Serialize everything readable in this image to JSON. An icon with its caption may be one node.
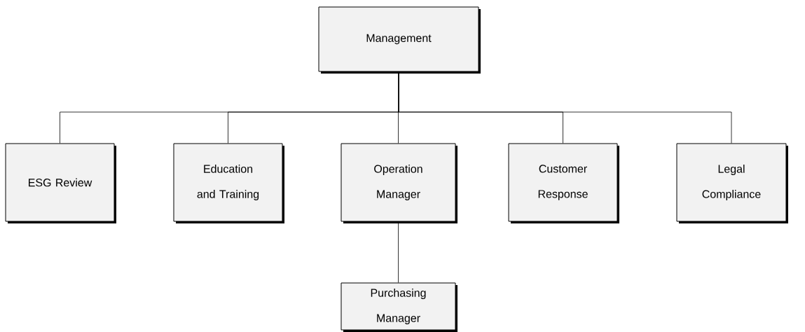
{
  "diagram": {
    "nodes": [
      {
        "text": [
          "Management"
        ]
      },
      {
        "text": [
          "ESG Review"
        ]
      },
      {
        "text": [
          "Education and Training"
        ]
      },
      {
        "text": [
          "Operation Manager"
        ]
      },
      {
        "text": [
          "Customer Response"
        ]
      },
      {
        "text": [
          "Legal Compliance"
        ]
      },
      {
        "text": [
          "Purchasing Manager"
        ]
      }
    ],
    "edges": [
      {
        "from": 0,
        "to": 1,
        "arrow": "none"
      },
      {
        "from": 0,
        "to": 2,
        "arrow": "none"
      },
      {
        "from": 0,
        "to": 3,
        "arrow": "none"
      },
      {
        "from": 0,
        "to": 4,
        "arrow": "none"
      },
      {
        "from": 0,
        "to": 5,
        "arrow": "none"
      },
      {
        "from": 3,
        "to": 6,
        "arrow": "none"
      }
    ]
  }
}
